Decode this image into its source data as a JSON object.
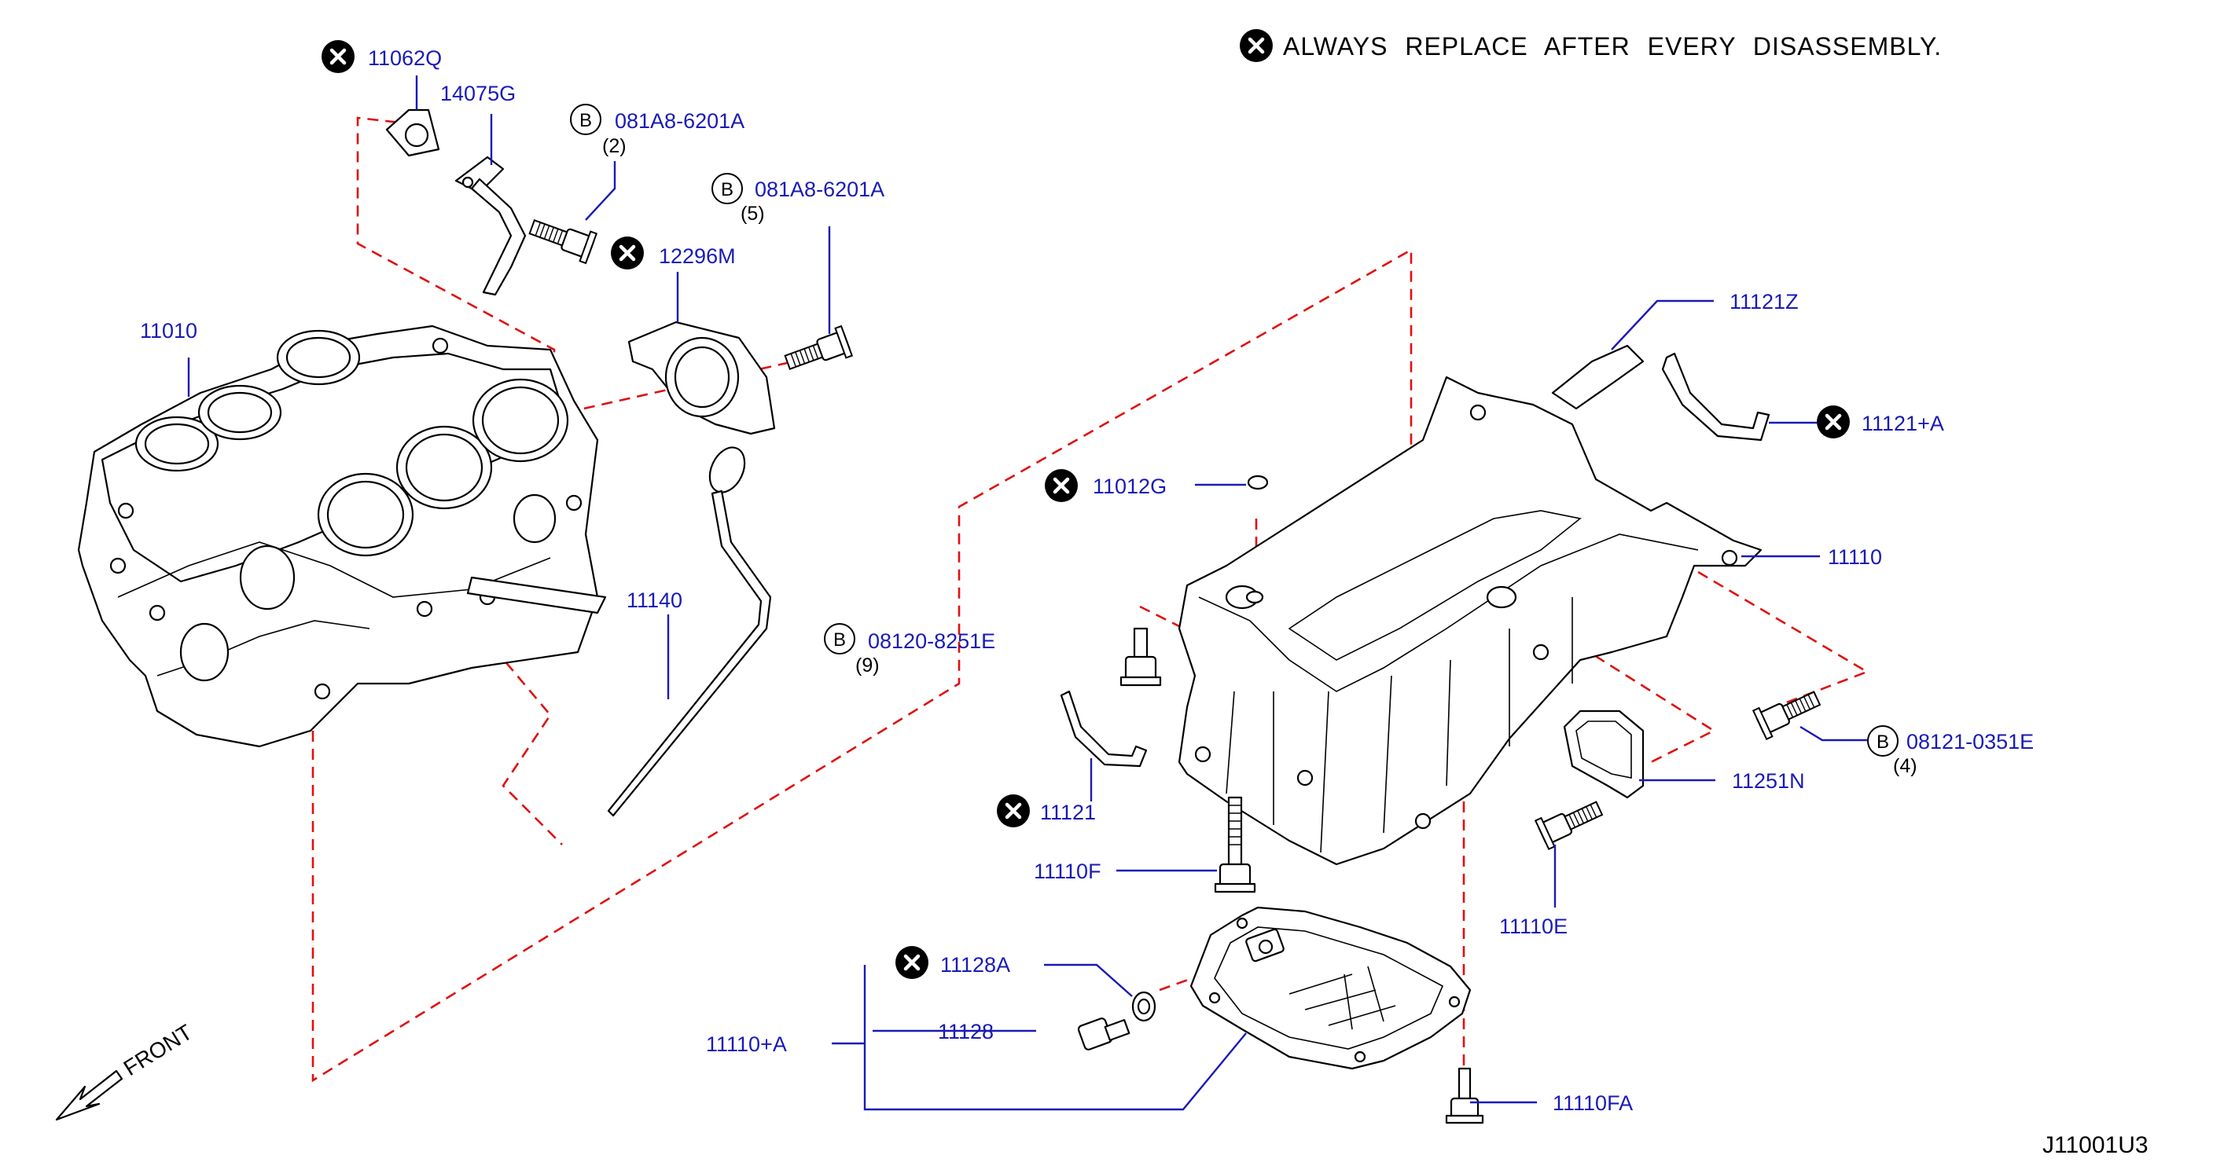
{
  "note": "ALWAYS REPLACE AFTER EVERY DISASSEMBLY.",
  "diagram_ref": "J11001U3",
  "front_label": "FRONT",
  "bolt_symbol": "B",
  "colors": {
    "label": "#1a1ab8",
    "dashed_line": "#e01010",
    "outline": "#000000"
  },
  "labels": {
    "p11062Q": "11062Q",
    "p14075G": "14075G",
    "p081A8_1": "081A8-6201A",
    "p081A8_1_qty": "(2)",
    "p081A8_2": "081A8-6201A",
    "p081A8_2_qty": "(5)",
    "p12296M": "12296M",
    "p11010": "11010",
    "p11140": "11140",
    "p08120": "08120-8251E",
    "p08120_qty": "(9)",
    "p11012G": "11012G",
    "p11121Z": "11121Z",
    "p11121A": "11121+A",
    "p11110": "11110",
    "p08121": "08121-0351E",
    "p08121_qty": "(4)",
    "p11251N": "11251N",
    "p11121": "11121",
    "p11110F": "11110F",
    "p11110E": "11110E",
    "p11128A": "11128A",
    "p11128": "11128",
    "p11110A": "11110+A",
    "p11110FA": "11110FA"
  }
}
